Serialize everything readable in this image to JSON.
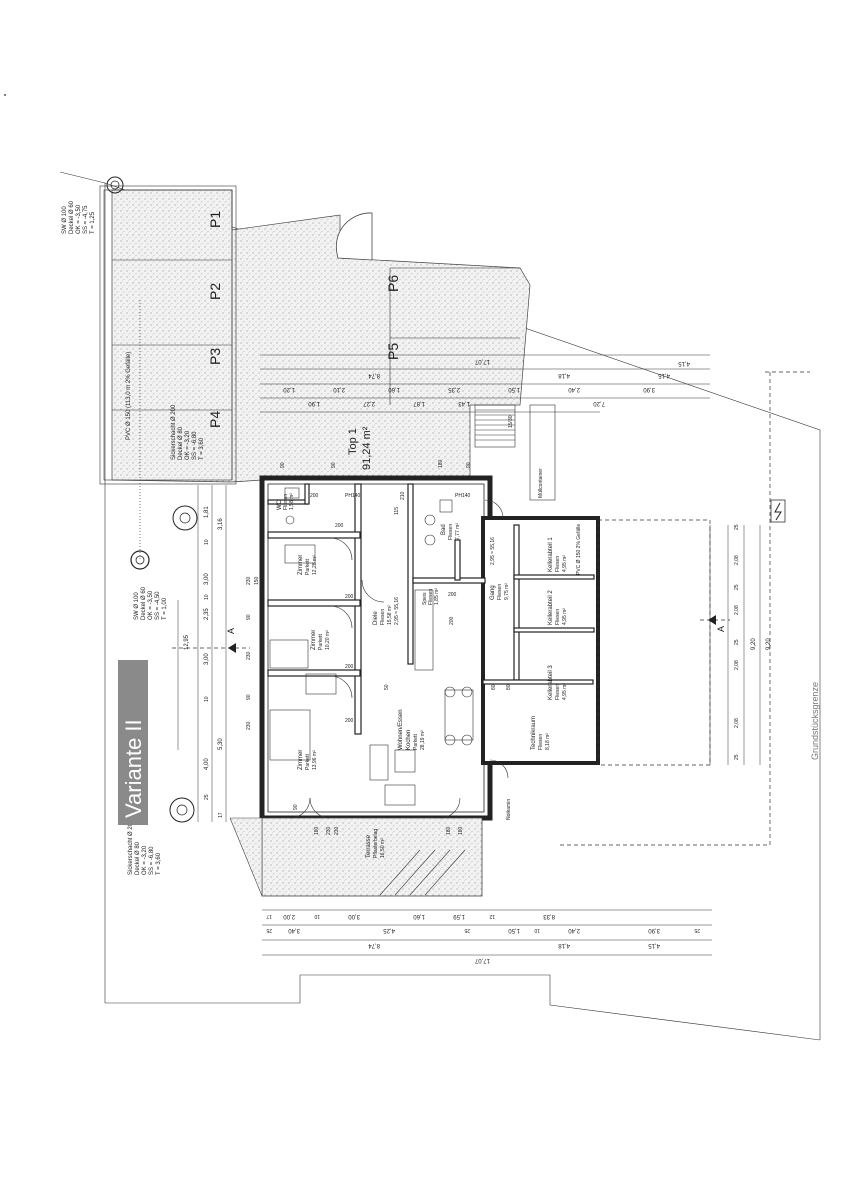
{
  "title": {
    "variant": "Variante II",
    "top": "Top 1",
    "top_area": "91,24 m²"
  },
  "parking": [
    "P1",
    "P2",
    "P3",
    "P4",
    "P5",
    "P6"
  ],
  "rooms": {
    "wc": {
      "name": "WC",
      "floor": "Fliesen",
      "area": "1,58 m²"
    },
    "zimmer1": {
      "name": "Zimmer",
      "floor": "Parkett",
      "area": "12,28 m²"
    },
    "zimmer2": {
      "name": "Zimmer",
      "floor": "Parkett",
      "area": "10,20 m²"
    },
    "zimmer3": {
      "name": "Zimmer",
      "floor": "Parkett",
      "area": "13,96 m²"
    },
    "diele": {
      "name": "Diele",
      "floor": "Fliesen",
      "area": "15,58 m²"
    },
    "bad": {
      "name": "Bad",
      "floor": "Fliesen",
      "area": "7,77 m²"
    },
    "speis": {
      "name": "Speis",
      "floor": "Fliesen",
      "area": "1,85 m²"
    },
    "wohnen": {
      "name": "Wohnen/Essen",
      "sub": "Kochen",
      "floor": "Parkett",
      "area": "28,19 m²"
    },
    "gang": {
      "name": "Gang",
      "floor": "Fliesen",
      "area": "9,75 m²"
    },
    "keller1": {
      "name": "Kellerabteil 1",
      "floor": "Fliesen",
      "area": "4,95 m²"
    },
    "keller2": {
      "name": "Kellerabteil 2",
      "floor": "Fliesen",
      "area": "4,95 m²"
    },
    "keller3": {
      "name": "Kellerabteil 3",
      "floor": "Fliesen",
      "area": "4,95 m²"
    },
    "technik": {
      "name": "Technikraum",
      "floor": "Fliesen",
      "area": "8,18 m²"
    },
    "terrasse": {
      "name": "Terrasse",
      "floor": "Pflasterbelag",
      "area": "16,50 m²"
    }
  },
  "notes": {
    "svw1": [
      "SW Ø 100",
      "Deckel Ø 60",
      "OK = -3,50",
      "SS = -4,75",
      "T = 1,25"
    ],
    "svw2": [
      "SW Ø 100",
      "Deckel Ø 60",
      "OK = -3,50",
      "SS = -4,50",
      "T = 1,00"
    ],
    "sicker1": [
      "Sickerschacht Ø 200",
      "Deckel Ø 80",
      "OK = -3,20",
      "SS = -6,80",
      "T = 3,60"
    ],
    "sicker2": [
      "Sickerschacht Ø 200",
      "Deckel Ø 80",
      "OK = -3,20",
      "SS = -6,80",
      "T = 3,60"
    ],
    "pvc": "PVC Ø 150 (113,0 m 2% Gefälle)",
    "pvc2": "PVC Ø 150 2% Gefälle",
    "grundstuecksgrenze": "Grundstücksgrenze",
    "muellcontainer": "Müllcontainer",
    "notkamin": "Notkamin",
    "section": "A",
    "height_label1": "2,95 = 55,16",
    "height_label2": "2,95 = 55,16",
    "stair": "15/30",
    "ph": "PH140"
  },
  "dims": {
    "top_row1": [
      "17,07"
    ],
    "top_row2": [
      "8,74",
      "4,18",
      "4,15"
    ],
    "top_row3": [
      "1,20",
      "2,10",
      "1,60",
      "2,35",
      "1,50",
      "2,40",
      "3,90"
    ],
    "top_row4": [
      "1,90",
      "2,27",
      "1,87",
      "1,43"
    ],
    "top_row5": [
      "7,20",
      "4,15"
    ],
    "left_total": "12,95",
    "left_parts": [
      "3,16",
      "3,00",
      "2,35",
      "3,00",
      "5,30",
      "4,00",
      "1,81"
    ],
    "left_small": [
      "25",
      "10",
      "10",
      "10",
      "17"
    ],
    "openings_left": [
      "230",
      "230",
      "230",
      "90",
      "90"
    ],
    "right_parts": [
      "2,08",
      "2,08",
      "2,08",
      "2,08",
      "25",
      "25",
      "25",
      "25"
    ],
    "right_total": [
      "9,20",
      "9,20"
    ],
    "bottom_row1": [
      "17,07"
    ],
    "bottom_row2": [
      "8,74",
      "4,18",
      "4,15"
    ],
    "bottom_row3": [
      "3,40",
      "4,25",
      "1,50",
      "2,40",
      "3,90"
    ],
    "bottom_row4": [
      "2,00",
      "3,00",
      "1,60",
      "1,59"
    ],
    "bottom_small": [
      "17",
      "25",
      "10",
      "12",
      "25",
      "10",
      "25"
    ],
    "bottom_extra": "8,33",
    "openings": [
      "90",
      "90",
      "180",
      "90",
      "200",
      "200",
      "200",
      "200",
      "200",
      "200",
      "80",
      "80",
      "90",
      "180",
      "230",
      "180",
      "180",
      "230",
      "50",
      "150",
      "200",
      "210",
      "115"
    ]
  }
}
